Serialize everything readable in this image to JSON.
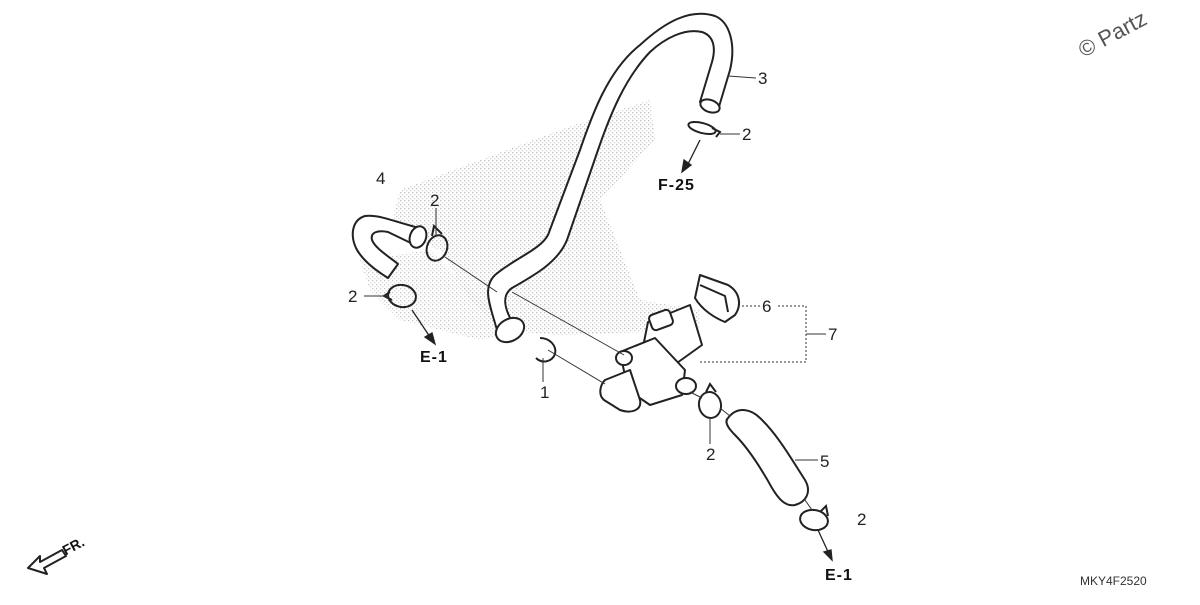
{
  "watermark": "© Partz",
  "diagram_code": "MKY4F2520",
  "front_label": "FR.",
  "callouts": {
    "c1": "1",
    "c2a": "2",
    "c2b": "2",
    "c2c": "2",
    "c2d": "2",
    "c2e": "2",
    "c3": "3",
    "c4": "4",
    "c5": "5",
    "c6": "6",
    "c7": "7"
  },
  "references": {
    "f25": "F-25",
    "e1_left": "E-1",
    "e1_bottom": "E-1"
  },
  "colors": {
    "line": "#222222",
    "stipple": "#bdbdbd",
    "part_fill": "#ffffff"
  }
}
